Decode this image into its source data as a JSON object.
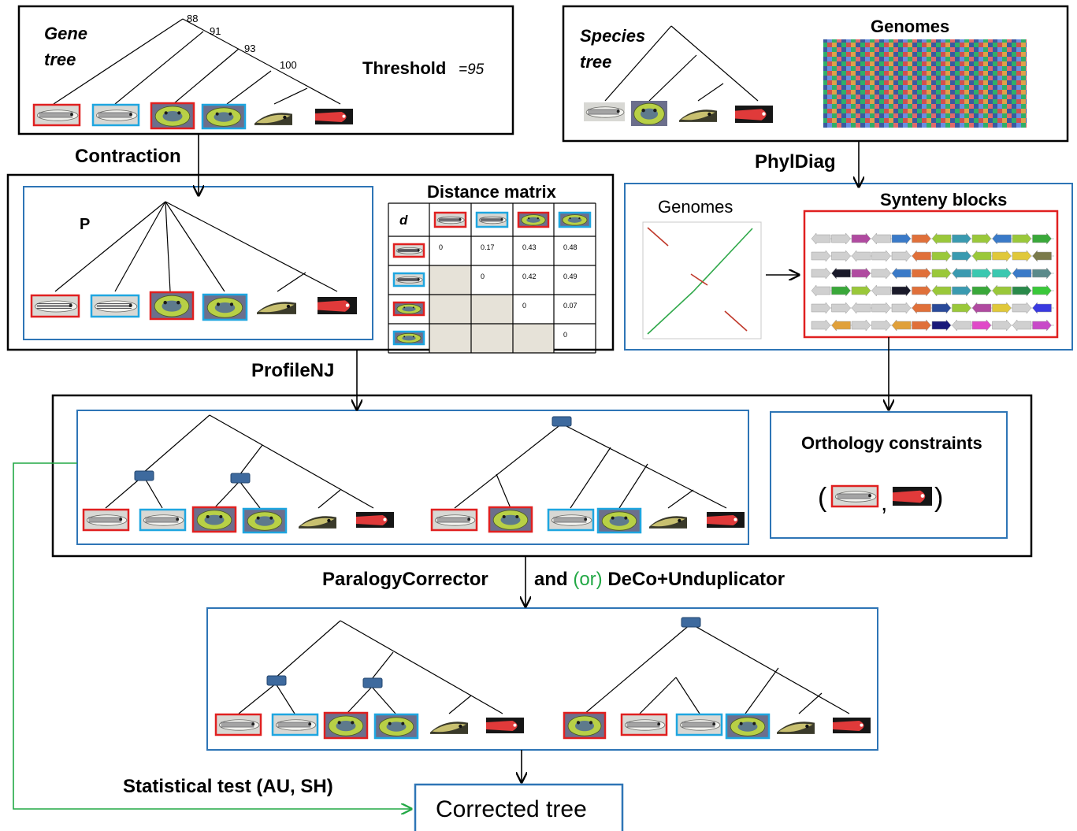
{
  "colors": {
    "black": "#000000",
    "blue_box": "#2e75b6",
    "red": "#e02020",
    "cyan": "#1fa6e0",
    "green_line": "#22a845",
    "node": "#3e6a9e",
    "or_green": "#22a845"
  },
  "gene_tree": {
    "title_line1": "Gene",
    "title_line2": "tree",
    "support_values": [
      "88",
      "91",
      "93",
      "100"
    ],
    "threshold_label": "Threshold",
    "threshold_value": "=95"
  },
  "species_tree": {
    "title_line1": "Species",
    "title_line2": "tree",
    "genomes_label": "Genomes"
  },
  "steps": {
    "contraction": "Contraction",
    "phyldiag": "PhylDiag",
    "profilenj": "ProfileNJ",
    "paralogy_corrector": "ParalogyCorrector",
    "and_word": "and",
    "or_word": "(or)",
    "deco": "DeCo+Unduplicator",
    "statistical_test": "Statistical test (AU, SH)"
  },
  "contracted": {
    "polytomy_label": "P",
    "matrix_title": "Distance matrix",
    "matrix_corner": "d",
    "matrix_rows": [
      [
        "0",
        "0.17",
        "0.43",
        "0.48"
      ],
      [
        "",
        "0",
        "0.42",
        "0.49"
      ],
      [
        "",
        "",
        "0",
        "0.07"
      ],
      [
        "",
        "",
        "",
        "0"
      ]
    ]
  },
  "synteny": {
    "genomes_label": "Genomes",
    "blocks_title": "Synteny blocks"
  },
  "orthology": {
    "title": "Orthology constraints",
    "open_paren": "(",
    "comma": ",",
    "close_paren": ")"
  },
  "result": {
    "corrected_tree": "Corrected tree"
  }
}
